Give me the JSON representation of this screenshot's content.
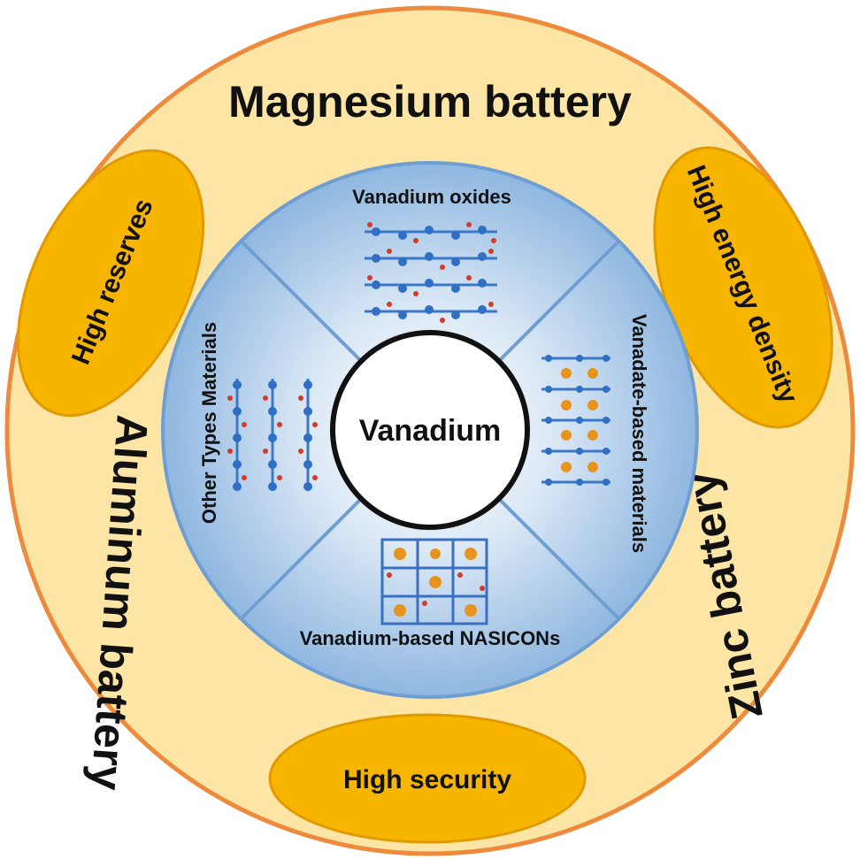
{
  "outer_ring": {
    "top": "Magnesium battery",
    "left": "Aluminum battery",
    "right": "Zinc battery"
  },
  "badges": {
    "reserves": "High reserves",
    "energy": "High energy density",
    "security": "High security"
  },
  "quadrants": {
    "top": "Vanadium oxides",
    "right": "Vanadate-based materials",
    "bottom": "Vanadium-based NASICONs",
    "left": "Other Types Materials"
  },
  "center": "Vanadium",
  "colors": {
    "ring_fill": "#fde5a6",
    "ring_border": "#ed8a3c",
    "badge_fill": "#f7b500",
    "badge_border": "#e09a00",
    "disc_border": "#6f9fd2"
  }
}
